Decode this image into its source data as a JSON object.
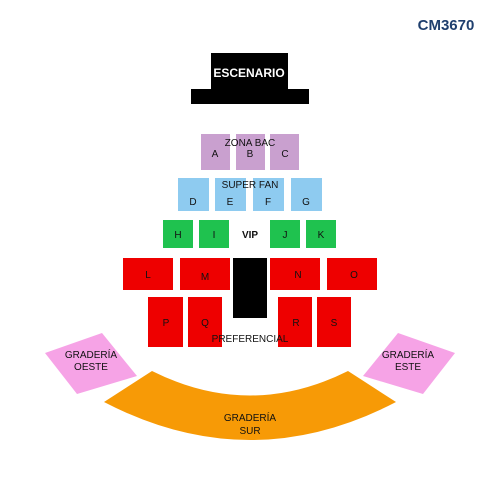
{
  "map_code": "CM3670",
  "stage": {
    "label": "ESCENARIO"
  },
  "zones": {
    "bac": {
      "label": "ZONA BAC",
      "color": "#c9a0cf",
      "sections": [
        "A",
        "B",
        "C"
      ]
    },
    "super_fan": {
      "label": "SUPER FAN",
      "color": "#8ecbf0",
      "sections": [
        "D",
        "E",
        "F",
        "G"
      ]
    },
    "vip": {
      "label": "VIP",
      "color": "#1fc24f",
      "sections": [
        "H",
        "I",
        "J",
        "K"
      ]
    },
    "preferencial": {
      "label": "PREFERENCIAL",
      "color": "#ee0000",
      "sections": [
        "L",
        "M",
        "N",
        "O",
        "P",
        "Q",
        "R",
        "S"
      ]
    },
    "graderia_oeste": {
      "label_line1": "GRADERÍA",
      "label_line2": "OESTE",
      "color": "#f6a3e6"
    },
    "graderia_este": {
      "label_line1": "GRADERÍA",
      "label_line2": "ESTE",
      "color": "#f6a3e6"
    },
    "graderia_sur": {
      "label_line1": "GRADERÍA",
      "label_line2": "SUR",
      "color": "#f79a06"
    }
  }
}
